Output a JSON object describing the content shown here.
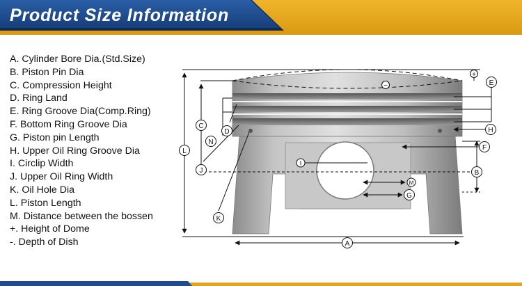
{
  "banner": {
    "title": "Product Size Information"
  },
  "legend": [
    "A. Cylinder Bore Dia.(Std.Size)",
    "B. Piston Pin Dia",
    "C. Compression Height",
    "D. Ring Land",
    "E. Ring Groove Dia(Comp.Ring)",
    "F. Bottom Ring Groove Dia",
    "G. Piston pin Length",
    "H. Upper Oil  Ring Groove Dia",
    "I. Circlip Width",
    "J. Upper Oil  Ring Width",
    "K. Oil Hole Dia",
    "L. Piston Length",
    "M. Distance between the  bossen",
    "+.  Height of Dome",
    "-. Depth of Dish"
  ],
  "markers": {
    "plus": "+",
    "minus": "−",
    "E": "E",
    "H": "H",
    "F": "F",
    "B": "B",
    "G": "G",
    "M": "M",
    "I": "I",
    "C": "C",
    "N": "N",
    "D": "D",
    "L": "L",
    "J": "J",
    "K": "K",
    "A": "A"
  },
  "colors": {
    "banner_blue": "#1f4c8f",
    "banner_gold": "#e3a51b",
    "banner_navy": "#0f2b55"
  }
}
